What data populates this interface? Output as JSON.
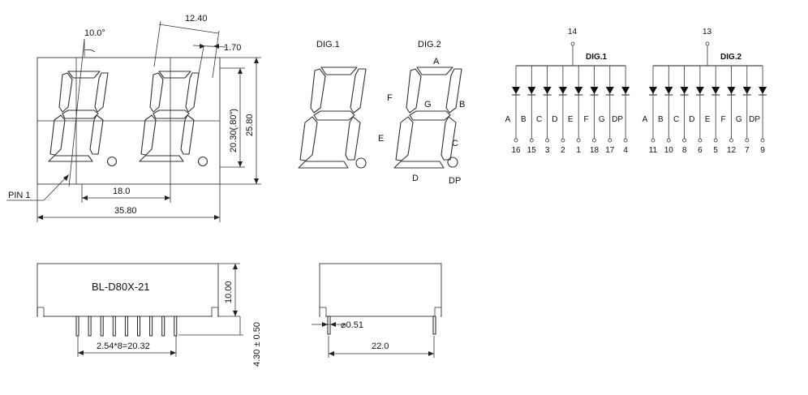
{
  "front_view": {
    "angle": "10.0°",
    "digit_pitch_width": "12.40",
    "segment_width": "1.70",
    "pin1_label": "PIN 1",
    "digit_spacing": "18.0",
    "overall_width": "35.80",
    "digit_height": "20.30(.80\")",
    "overall_height": "25.80"
  },
  "digit_labels": {
    "dig1": "DIG.1",
    "dig2": "DIG.2",
    "seg_a": "A",
    "seg_b": "B",
    "seg_c": "C",
    "seg_d": "D",
    "seg_e": "E",
    "seg_f": "F",
    "seg_g": "G",
    "seg_dp": "DP"
  },
  "circuit": {
    "dig1": {
      "common_pin": "14",
      "label": "DIG.1",
      "segments": [
        "A",
        "B",
        "C",
        "D",
        "E",
        "F",
        "G",
        "DP"
      ],
      "pins": [
        "16",
        "15",
        "3",
        "2",
        "1",
        "18",
        "17",
        "4"
      ]
    },
    "dig2": {
      "common_pin": "13",
      "label": "DIG.2",
      "segments": [
        "A",
        "B",
        "C",
        "D",
        "E",
        "F",
        "G",
        "DP"
      ],
      "pins": [
        "11",
        "10",
        "8",
        "6",
        "5",
        "12",
        "7",
        "9"
      ]
    }
  },
  "side_view": {
    "part_number": "BL-D80X-21",
    "body_thickness": "10.00",
    "pin_length": "4.30 ± 0.50",
    "pin_pitch": "2.54*8=20.32"
  },
  "end_view": {
    "pin_diameter": "⌀0.51",
    "row_spacing": "22.0"
  }
}
